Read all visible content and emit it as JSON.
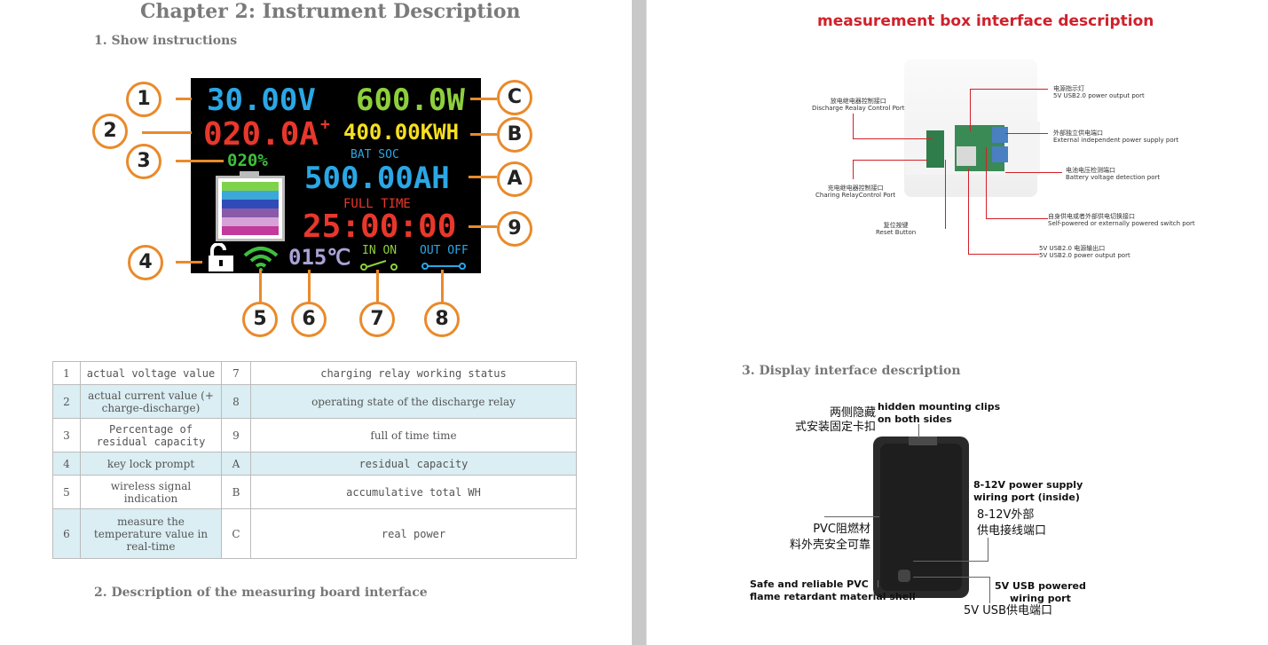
{
  "left_page": {
    "chapter_title": "Chapter 2: Instrument Description",
    "section_show": "1. Show instructions",
    "section_board": "2.  Description of the measuring board interface",
    "screen": {
      "voltage": "30.00V",
      "current": "020.0A",
      "current_sign": "+",
      "power": "600.0W",
      "energy": "400.00KWH",
      "soc_percent": "020%",
      "bat_soc_label": "BAT SOC",
      "capacity": "500.00AH",
      "full_time_label": "FULL TIME",
      "time": "25:00:00",
      "temperature": "015℃",
      "in_on": "IN ON",
      "out_off": "OUT OFF",
      "battery_bar_colors": [
        "#7fd34a",
        "#3aa8d8",
        "#2f4bb8",
        "#8a5aa8",
        "#d6a3d8",
        "#c23a9c"
      ]
    },
    "callouts": [
      "1",
      "2",
      "3",
      "4",
      "5",
      "6",
      "7",
      "8",
      "9",
      "A",
      "B",
      "C"
    ],
    "table": [
      {
        "n1": "1",
        "d1": "actual voltage value",
        "n2": "7",
        "d2": "charging relay working status"
      },
      {
        "n1": "2",
        "d1": "actual current value (+ charge-discharge)",
        "n2": "8",
        "d2": "operating state of the discharge relay"
      },
      {
        "n1": "3",
        "d1": "Percentage of residual capacity",
        "n2": "9",
        "d2": "full of time time"
      },
      {
        "n1": "4",
        "d1": "key lock prompt",
        "n2": "A",
        "d2": "residual capacity"
      },
      {
        "n1": "5",
        "d1": "wireless signal indication",
        "n2": "B",
        "d2": "accumulative total WH"
      },
      {
        "n1": "6",
        "d1": "measure the temperature value in real-time",
        "n2": "C",
        "d2": "real power"
      }
    ]
  },
  "right_page": {
    "title": "measurement box interface description",
    "section_display": "3.  Display interface description",
    "board_labels": {
      "power_led_cn": "电源指示灯",
      "power_led_en": "5V USB2.0 power output port",
      "discharge_cn": "放电继电器控制接口",
      "discharge_en": "Discharge Realay Control Port",
      "external_cn": "外部独立供电端口",
      "external_en": "External independent power supply port",
      "battery_cn": "电池电压检测端口",
      "battery_en": "Battery voltage detection port",
      "charging_cn": "充电继电器控制接口",
      "charging_en": "Charing RelayControl Port",
      "self_cn": "自身供电或者外部供电切换接口",
      "self_en": "Self-powered or externally powered switch port",
      "reset_cn": "复位按键",
      "reset_en": "Reset Button",
      "usb_cn": "5V USB2.0 电源输出口",
      "usb_en": "5V USB2.0 power output port"
    },
    "device_labels": {
      "clips_cn_1": "两侧隐藏",
      "clips_cn_2": "式安装固定卡扣",
      "clips_en_1": "hidden mounting clips",
      "clips_en_2": "on both sides",
      "supply_en_1": "8-12V power supply",
      "supply_en_2": "wiring port (inside)",
      "supply_cn_1": "8-12V外部",
      "supply_cn_2": "供电接线端口",
      "pvc_cn_1": "PVC阻燃材",
      "pvc_cn_2": "料外壳安全可靠",
      "safe_en_1": "Safe and reliable PVC",
      "safe_en_2": "flame retardant material shell",
      "usbp_en_1": "5V USB powered",
      "usbp_en_2": "wiring port",
      "usbp_cn": "5V USB供电端口"
    }
  }
}
